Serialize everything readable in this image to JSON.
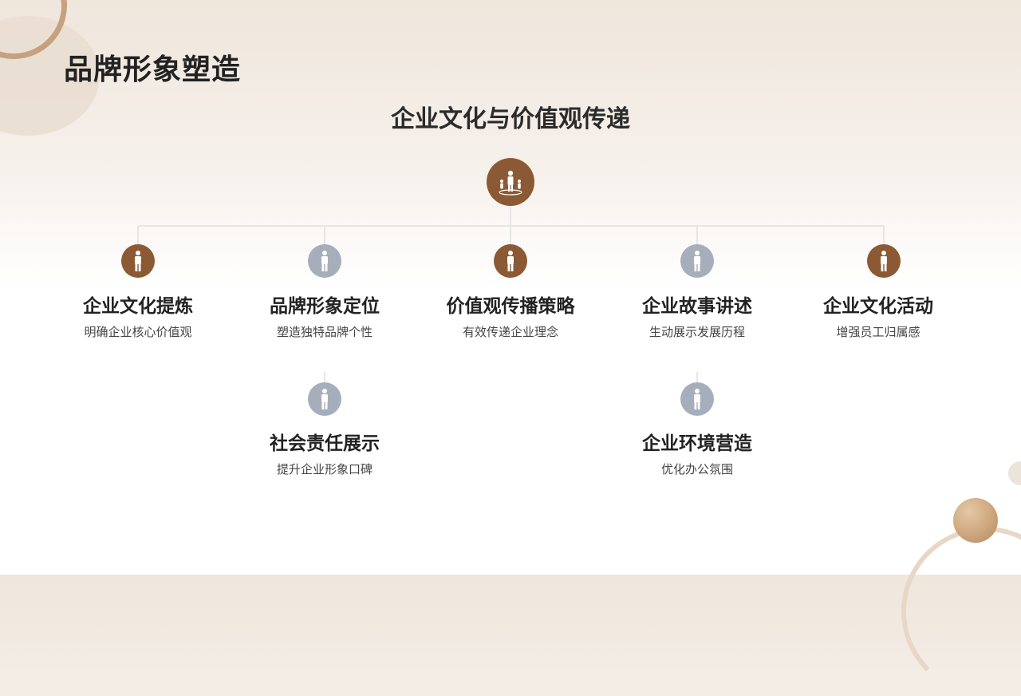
{
  "page_title": "品牌形象塑造",
  "diagram": {
    "root": {
      "title": "企业文化与价值观传递",
      "icon": "people-group-icon",
      "color": "#8b5a34"
    },
    "nodes": [
      {
        "title": "企业文化提炼",
        "desc": "明确企业核心价值观",
        "icon": "person-icon",
        "color": "#8b5a34"
      },
      {
        "title": "品牌形象定位",
        "desc": "塑造独特品牌个性",
        "icon": "person-icon",
        "color": "#a7aebb"
      },
      {
        "title": "价值观传播策略",
        "desc": "有效传递企业理念",
        "icon": "person-icon",
        "color": "#8b5a34"
      },
      {
        "title": "企业故事讲述",
        "desc": "生动展示发展历程",
        "icon": "person-icon",
        "color": "#a7aebb"
      },
      {
        "title": "企业文化活动",
        "desc": "增强员工归属感",
        "icon": "person-icon",
        "color": "#8b5a34"
      }
    ],
    "children": [
      {
        "parent_index": 1,
        "title": "社会责任展示",
        "desc": "提升企业形象口碑",
        "icon": "person-icon",
        "color": "#a7aebb"
      },
      {
        "parent_index": 3,
        "title": "企业环境营造",
        "desc": "优化办公氛围",
        "icon": "person-icon",
        "color": "#a7aebb"
      }
    ]
  }
}
